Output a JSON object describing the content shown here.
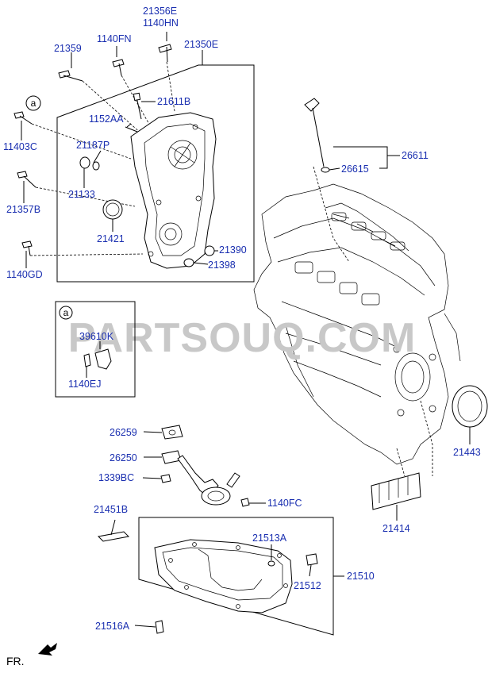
{
  "watermark": "PARTSOUQ.COM",
  "callout_marker": "a",
  "detail_marker": "a",
  "front_label": "FR.",
  "labels": {
    "p21356E": "21356E",
    "p1140HN": "1140HN",
    "p21359": "21359",
    "p1140FN": "1140FN",
    "p21350E": "21350E",
    "p21611B": "21611B",
    "p1152AA": "1152AA",
    "p11403C": "11403C",
    "p21187P": "21187P",
    "p21133": "21133",
    "p21357B": "21357B",
    "p21421": "21421",
    "p21390": "21390",
    "p21398": "21398",
    "p1140GD": "1140GD",
    "p26611": "26611",
    "p26615": "26615",
    "p39610K": "39610K",
    "p1140EJ": "1140EJ",
    "p26259": "26259",
    "p26250": "26250",
    "p1339BC": "1339BC",
    "p1140FC": "1140FC",
    "p21443": "21443",
    "p21414": "21414",
    "p21451B": "21451B",
    "p21513A": "21513A",
    "p21510": "21510",
    "p21512": "21512",
    "p21516A": "21516A"
  }
}
